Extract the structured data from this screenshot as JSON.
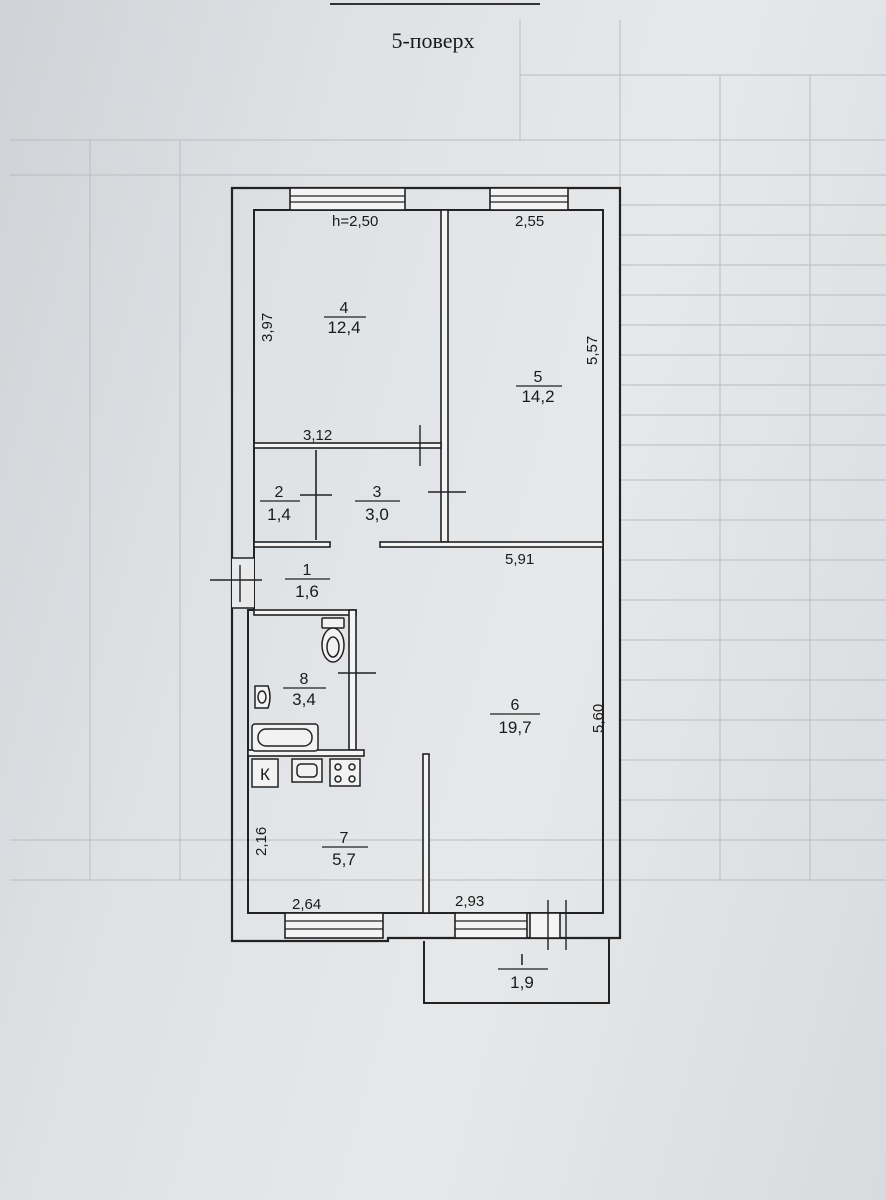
{
  "title": "5-поверх",
  "rooms": [
    {
      "id": "1",
      "number": "1",
      "area": "1,6"
    },
    {
      "id": "2",
      "number": "2",
      "area": "1,4"
    },
    {
      "id": "3",
      "number": "3",
      "area": "3,0"
    },
    {
      "id": "4",
      "number": "4",
      "area": "12,4"
    },
    {
      "id": "5",
      "number": "5",
      "area": "14,2"
    },
    {
      "id": "6",
      "number": "6",
      "area": "19,7"
    },
    {
      "id": "7",
      "number": "7",
      "area": "5,7"
    },
    {
      "id": "8",
      "number": "8",
      "area": "3,4"
    },
    {
      "id": "balcony",
      "number": "I",
      "area": "1,9"
    }
  ],
  "dimensions": {
    "ceiling_height": "h=2,50",
    "room5_width": "2,55",
    "room4_height": "3,97",
    "room5_height": "5,57",
    "room4_width": "3,12",
    "room6_width": "5,91",
    "room6_height": "5,60",
    "room7_height": "2,16",
    "room7_width": "2,64",
    "room6_bottom": "2,93"
  },
  "fixtures": {
    "kitchen_marker": "К"
  }
}
